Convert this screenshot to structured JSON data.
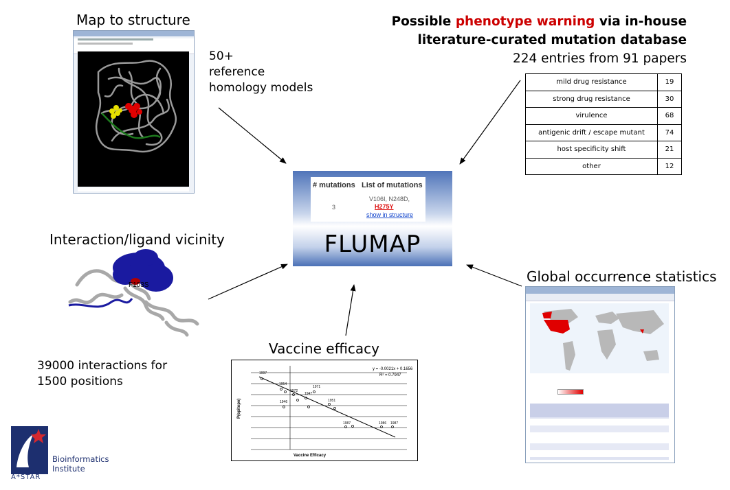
{
  "headings": {
    "map_to_structure": "Map to structure",
    "interaction": "Interaction/ligand vicinity",
    "vaccine": "Vaccine efficacy",
    "global": "Global occurrence statistics"
  },
  "notes": {
    "models_line1": "50+",
    "models_line2": "reference",
    "models_line3": "homology models",
    "interactions_line1": "39000 interactions for",
    "interactions_line2": "1500 positions"
  },
  "warning": {
    "prefix": "Possible ",
    "highlight": "phenotype warning",
    "suffix": " via in-house",
    "line2": "literature-curated mutation database",
    "line3": "224 entries from 91 papers"
  },
  "phenotype_table": [
    {
      "category": "mild drug resistance",
      "count": "19"
    },
    {
      "category": "strong drug resistance",
      "count": "30"
    },
    {
      "category": "virulence",
      "count": "68"
    },
    {
      "category": "antigenic drift / escape mutant",
      "count": "74"
    },
    {
      "category": "host specificity shift",
      "count": "21"
    },
    {
      "category": "other",
      "count": "12"
    }
  ],
  "center": {
    "col1": "# mutations",
    "col2": "List of mutations",
    "count": "3",
    "mutations": "V106I, N248D,",
    "highlighted_mutation": "H275Y",
    "link": "show in structure",
    "title": "FLUMAP"
  },
  "structure_label": "F103S",
  "logo": {
    "line1": "Bioinformatics",
    "line2": "Institute",
    "line3": "A*STAR"
  },
  "colors": {
    "warning_red": "#cc0000",
    "flumap_blue": "#4f74b9",
    "protein_blue": "#1a1aa0",
    "logo_navy": "#1d2f6f",
    "logo_red": "#d4282e"
  }
}
